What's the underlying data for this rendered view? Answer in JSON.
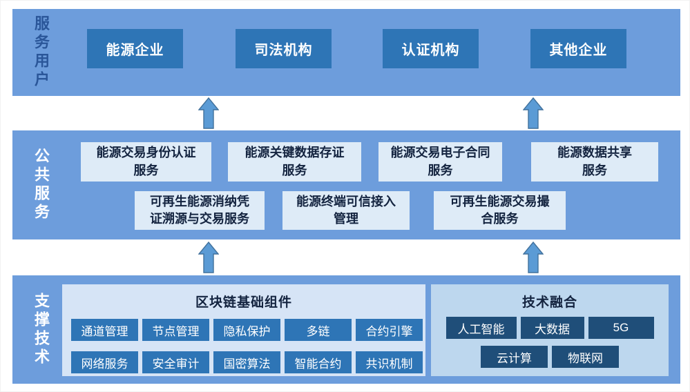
{
  "colors": {
    "band": "#6D9DDC",
    "box": "#2E75B6",
    "light": "#DEEBF7",
    "panell": "#D6E4F6",
    "panelr": "#BDD7EE",
    "navy": "#1F4E79",
    "darktext": "#13233F",
    "labelnavy": "#2A5699",
    "arrow_fill": "#5B9BD5",
    "arrow_border": "#41719C"
  },
  "band_users": {
    "label": "服务用户",
    "boxes": [
      "能源企业",
      "司法机构",
      "认证机构",
      "其他企业"
    ]
  },
  "band_services": {
    "label": "公共服务",
    "row1": [
      "能源交易身份认证\n服务",
      "能源关键数据存证\n服务",
      "能源交易电子合同\n服务",
      "能源数据共享\n服务"
    ],
    "row2": [
      "可再生能源消纳凭\n证溯源与交易服务",
      "能源终端可信接入\n管理",
      "可再生能源交易撮\n合服务"
    ]
  },
  "band_tech": {
    "label": "支撑技术",
    "blockchain": {
      "title": "区块链基础组件",
      "row1": [
        "通道管理",
        "节点管理",
        "隐私保护",
        "多链",
        "合约引擎"
      ],
      "row2": [
        "网络服务",
        "安全审计",
        "国密算法",
        "智能合约",
        "共识机制"
      ]
    },
    "fusion": {
      "title": "技术融合",
      "row1": [
        "人工智能",
        "大数据",
        "5G"
      ],
      "row2": [
        "云计算",
        "物联网"
      ]
    }
  }
}
